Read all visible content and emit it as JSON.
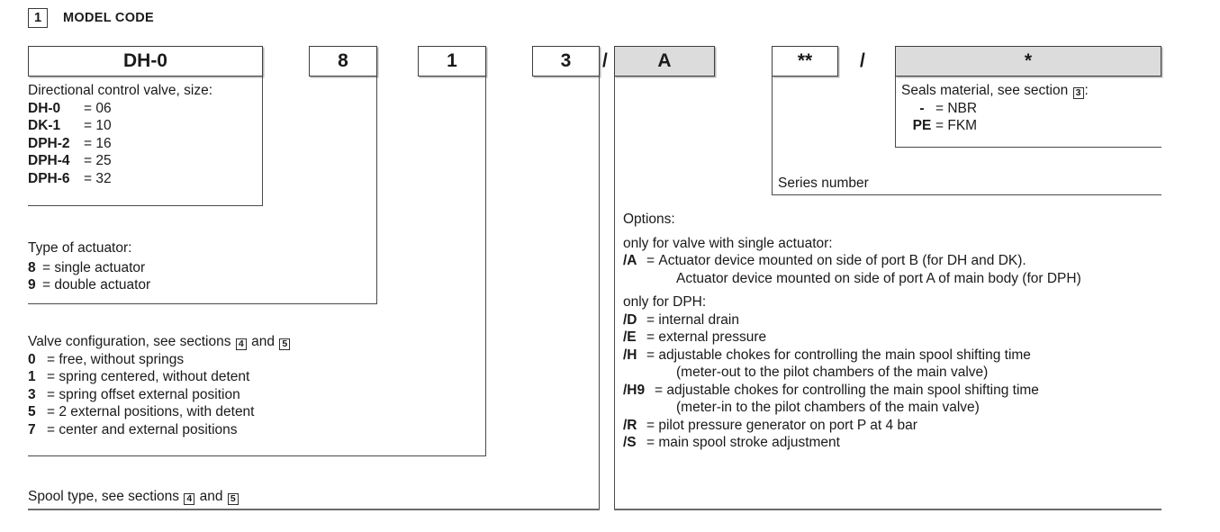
{
  "section": {
    "number": "1",
    "title": "MODEL CODE"
  },
  "code_boxes": [
    {
      "name": "model-prefix",
      "value": "DH-0",
      "shaded": false
    },
    {
      "name": "actuator-type",
      "value": "8",
      "shaded": false
    },
    {
      "name": "valve-configuration",
      "value": "1",
      "shaded": false
    },
    {
      "name": "spool-type",
      "value": "3",
      "shaded": false
    },
    {
      "name": "separator-1",
      "value": "/",
      "shaded": false
    },
    {
      "name": "options",
      "value": "A",
      "shaded": true
    },
    {
      "name": "series-number",
      "value": "**",
      "shaded": false
    },
    {
      "name": "separator-2",
      "value": "/",
      "shaded": false
    },
    {
      "name": "seals-material",
      "value": "*",
      "shaded": true
    }
  ],
  "valve_size": {
    "heading": "Directional control valve, size:",
    "rows": [
      {
        "key": "DH-0",
        "value": "06"
      },
      {
        "key": "DK-1",
        "value": "10"
      },
      {
        "key": "DPH-2",
        "value": "16"
      },
      {
        "key": "DPH-4",
        "value": "25"
      },
      {
        "key": "DPH-6",
        "value": "32"
      }
    ]
  },
  "actuator_type": {
    "heading": "Type of actuator:",
    "rows": [
      {
        "key": "8",
        "value": "single actuator"
      },
      {
        "key": "9",
        "value": "double actuator"
      }
    ]
  },
  "valve_configuration": {
    "heading_pre": "Valve configuration, see sections",
    "heading_ref1": "4",
    "heading_mid": "and",
    "heading_ref2": "5",
    "rows": [
      {
        "key": "0",
        "value": "free, without springs"
      },
      {
        "key": "1",
        "value": "spring centered, without detent"
      },
      {
        "key": "3",
        "value": "spring offset external position"
      },
      {
        "key": "5",
        "value": "2 external positions, with detent"
      },
      {
        "key": "7",
        "value": "center and external positions"
      }
    ]
  },
  "spool_type": {
    "heading_pre": "Spool type, see sections",
    "heading_ref1": "4",
    "heading_mid": "and",
    "heading_ref2": "5"
  },
  "series_number": {
    "label": "Series number"
  },
  "seals_material": {
    "heading_pre": "Seals material, see section",
    "heading_ref": "3",
    "heading_post": ":",
    "rows": [
      {
        "key": "-",
        "value": "NBR"
      },
      {
        "key": "PE",
        "value": "FKM"
      }
    ]
  },
  "options": {
    "heading": "Options:",
    "group_single": {
      "heading": "only for valve with single actuator:",
      "rows": [
        {
          "key": "/A",
          "value": "Actuator device mounted on side of port B (for DH and DK).",
          "cont": "Actuator device mounted on side of port A of main body (for DPH)"
        }
      ]
    },
    "group_dph": {
      "heading": "only for DPH:",
      "rows": [
        {
          "key": "/D",
          "value": "internal drain",
          "cont": ""
        },
        {
          "key": "/E",
          "value": "external pressure",
          "cont": ""
        },
        {
          "key": "/H",
          "value": "adjustable chokes for controlling the main spool shifting time",
          "cont": "(meter-out to the pilot chambers of the main valve)"
        },
        {
          "key": "/H9",
          "value": "adjustable chokes for controlling the main spool shifting time",
          "cont": "(meter-in to the pilot chambers of the main valve)"
        },
        {
          "key": "/R",
          "value": "pilot pressure generator on port P at 4 bar",
          "cont": ""
        },
        {
          "key": "/S",
          "value": "main spool stroke adjustment",
          "cont": ""
        }
      ]
    }
  },
  "colors": {
    "shaded_box": "#dcdcdc",
    "line": "#4a4a4a",
    "text": "#1a1a1a"
  }
}
